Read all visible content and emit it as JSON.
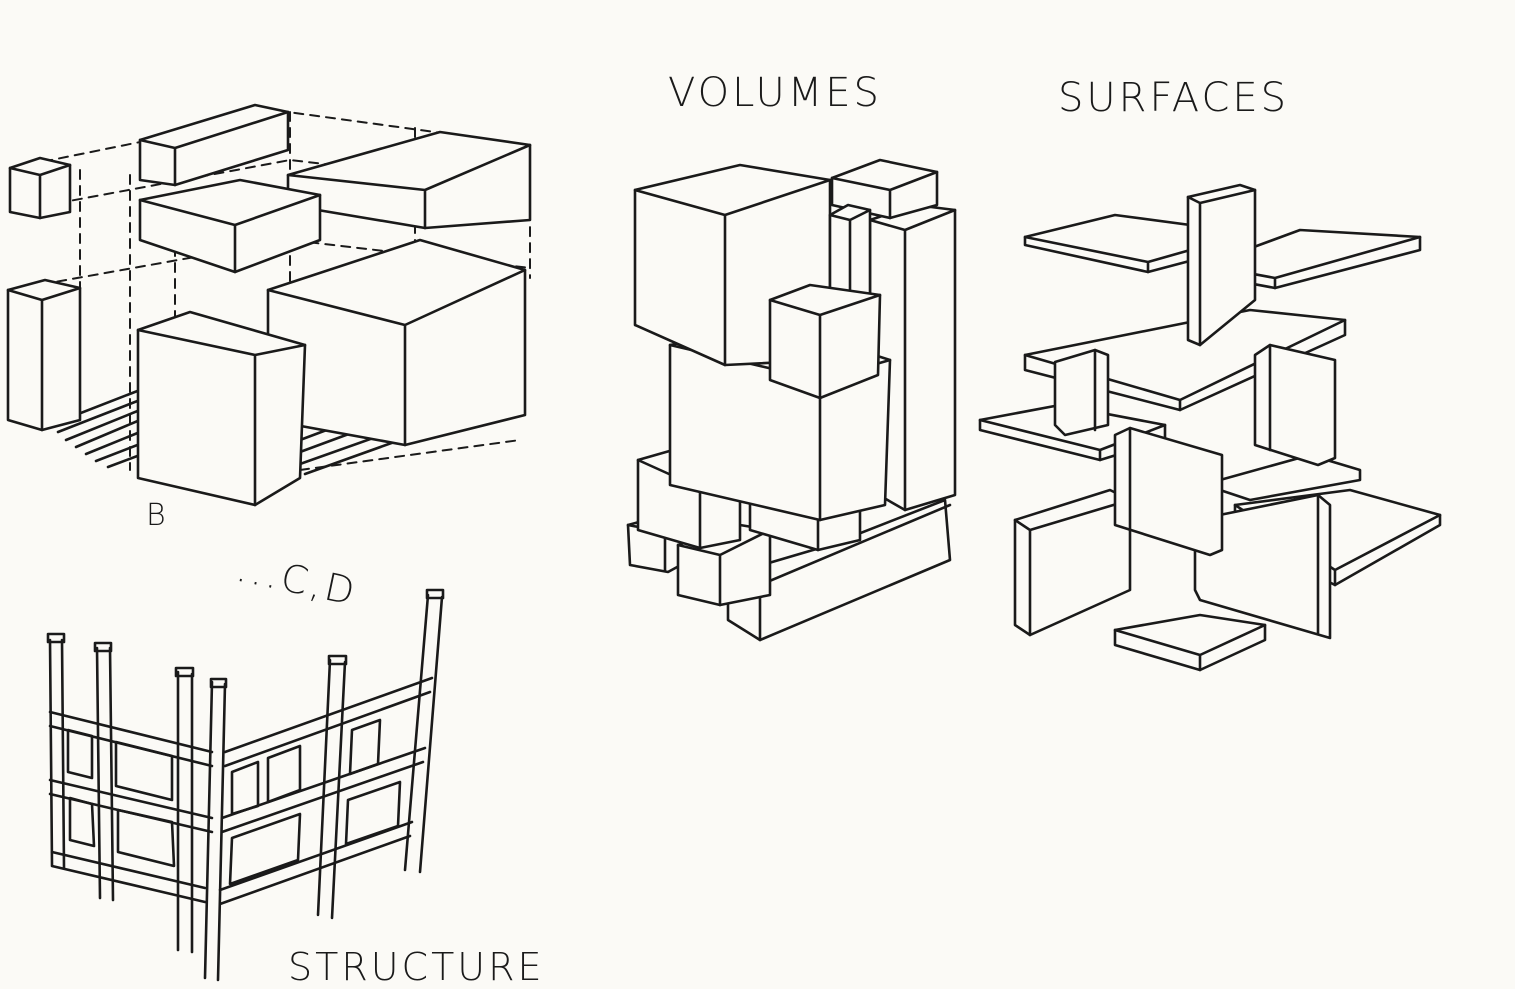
{
  "labels": {
    "volumes": "VOLUMES",
    "surfaces": "SURFACES",
    "b": "B",
    "cd": "...C,D",
    "structure": "STRUCTURE"
  }
}
